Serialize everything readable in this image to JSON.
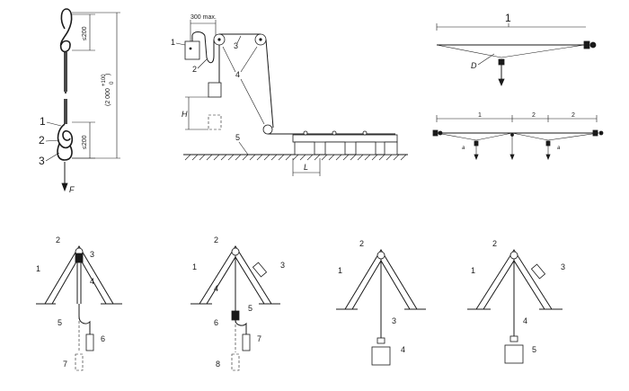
{
  "fig_knot": {
    "label_1": "1",
    "label_2": "2",
    "label_3": "3",
    "dim_top": "≤200",
    "dim_bottom": "≤200",
    "dim_overall": "(2 000",
    "dim_tol_upper": "+100",
    "dim_tol_lower": "0",
    "dim_close": ")",
    "force": "F"
  },
  "fig_pulley": {
    "dim_300": "300 max.",
    "label_1": "1",
    "label_2": "2",
    "label_3": "3",
    "label_4": "4",
    "label_5": "5",
    "label_H": "H",
    "label_L": "L"
  },
  "fig_span": {
    "label_1": "1",
    "label_D": "D"
  },
  "fig_span2": {
    "label_1": "1",
    "label_2a": "2",
    "label_2b": "2",
    "label_a1": "a",
    "label_a2": "a"
  },
  "frame_a": {
    "labels": [
      "2",
      "3",
      "1",
      "4",
      "5",
      "6",
      "7"
    ]
  },
  "frame_b": {
    "labels": [
      "2",
      "3",
      "1",
      "4",
      "5",
      "6",
      "7",
      "8"
    ]
  },
  "frame_c": {
    "labels": [
      "2",
      "1",
      "3",
      "4"
    ]
  },
  "frame_d": {
    "labels": [
      "2",
      "3",
      "1",
      "4",
      "5"
    ]
  }
}
